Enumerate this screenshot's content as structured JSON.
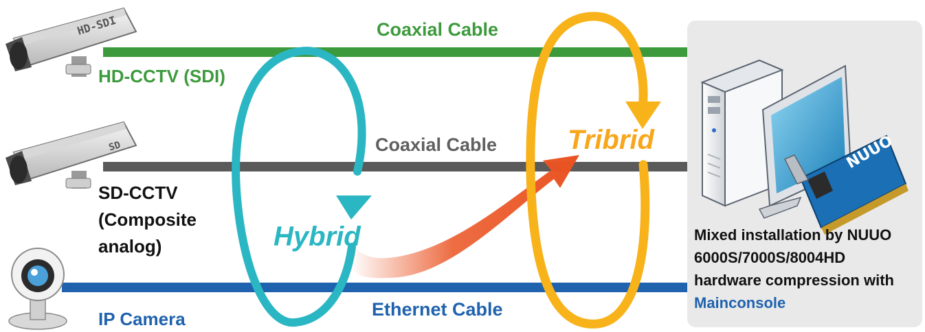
{
  "cables": {
    "hd": "Coaxial Cable",
    "sd": "Coaxial Cable",
    "ip": "Ethernet Cable"
  },
  "cameras": {
    "hd": {
      "badge": "HD-SDI",
      "label": "HD-CCTV (SDI)",
      "icon": "box-camera-icon"
    },
    "sd": {
      "badge": "SD",
      "label_lines": [
        "SD-CCTV",
        "(Composite",
        "analog)"
      ],
      "icon": "box-camera-icon"
    },
    "ip": {
      "label": "IP Camera",
      "icon": "webcam-icon"
    }
  },
  "rings": {
    "hybrid": "Hybrid",
    "tribrid": "Tribrid"
  },
  "server": {
    "icon": "computer-with-nuuo-card-icon",
    "card_brand": "NUUO",
    "description_lines": [
      "Mixed installation by NUUO",
      "6000S/7000S/8004HD",
      "hardware compression with"
    ],
    "link": "Mainconsole"
  },
  "colors": {
    "hd_cable": "#3c9a3c",
    "sd_cable": "#5a5a5a",
    "ip_cable": "#1f62ae",
    "hybrid_ring": "#2ab6c3",
    "tribrid_ring": "#f8b21a",
    "arrow": "#ea5322",
    "panel_bg": "#e9e9ea"
  }
}
